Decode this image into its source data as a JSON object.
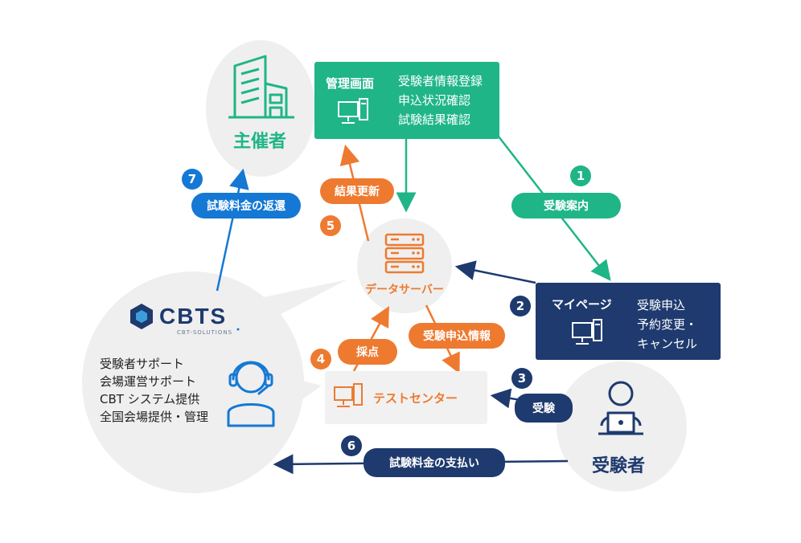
{
  "organizer": {
    "label": "主催者"
  },
  "admin": {
    "title": "管理画面",
    "items": [
      "受験者情報登録",
      "申込状況確認",
      "試験結果確認"
    ]
  },
  "mypage": {
    "title": "マイページ",
    "items": [
      "受験申込",
      "予約変更・",
      "キャンセル"
    ]
  },
  "server": {
    "label": "データサーバー"
  },
  "test_center": {
    "label": "テストセンター"
  },
  "examinee": {
    "label": "受験者"
  },
  "cbts": {
    "logo_text": "CBTS",
    "logo_sub": "CBT-SOLUTIONS",
    "services": [
      "受験者サポート",
      "会場運営サポート",
      "CBT システム提供",
      "全国会場提供・管理"
    ]
  },
  "steps": [
    {
      "num": "1",
      "label": "受験案内"
    },
    {
      "num": "2",
      "label": ""
    },
    {
      "num": "3",
      "label": "受験"
    },
    {
      "num": "4",
      "label": "採点"
    },
    {
      "num": "5",
      "label": "結果更新"
    },
    {
      "num": "6",
      "label": "試験料金の支払い"
    },
    {
      "num": "7",
      "label": "試験料金の返還"
    }
  ],
  "extra_labels": {
    "apply_info": "受験申込情報"
  },
  "colors": {
    "teal": "#1fb587",
    "orange": "#ee7a30",
    "navy": "#1e3a6e",
    "blue": "#1478d4",
    "circle": "#efefef"
  }
}
